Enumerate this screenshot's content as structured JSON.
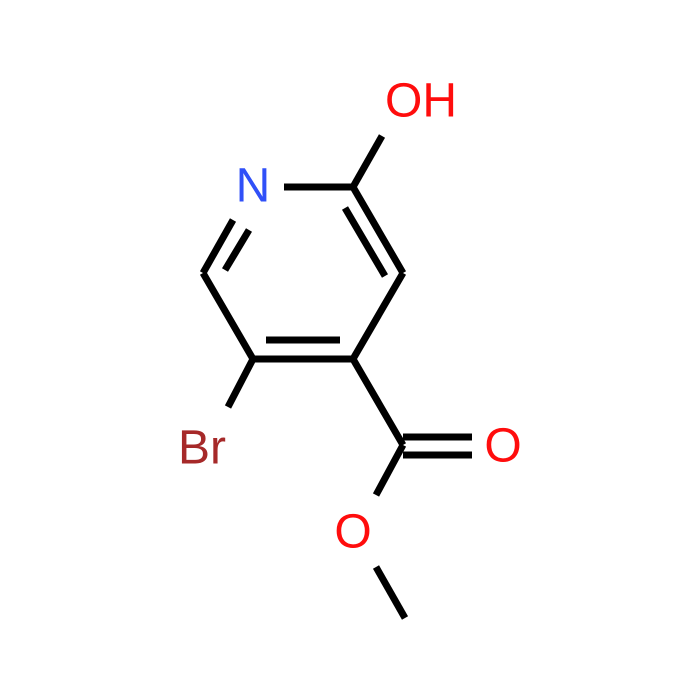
{
  "atoms": {
    "n1": {
      "symbol": "N",
      "color": "#3050F8"
    },
    "o_hydroxyl": {
      "symbol": "OH",
      "color": "#FF0D0D"
    },
    "br": {
      "symbol": "Br",
      "color": "#A62929"
    },
    "o_carbonyl": {
      "symbol": "O",
      "color": "#FF0D0D"
    },
    "o_ester": {
      "symbol": "O",
      "color": "#FF0D0D"
    }
  }
}
